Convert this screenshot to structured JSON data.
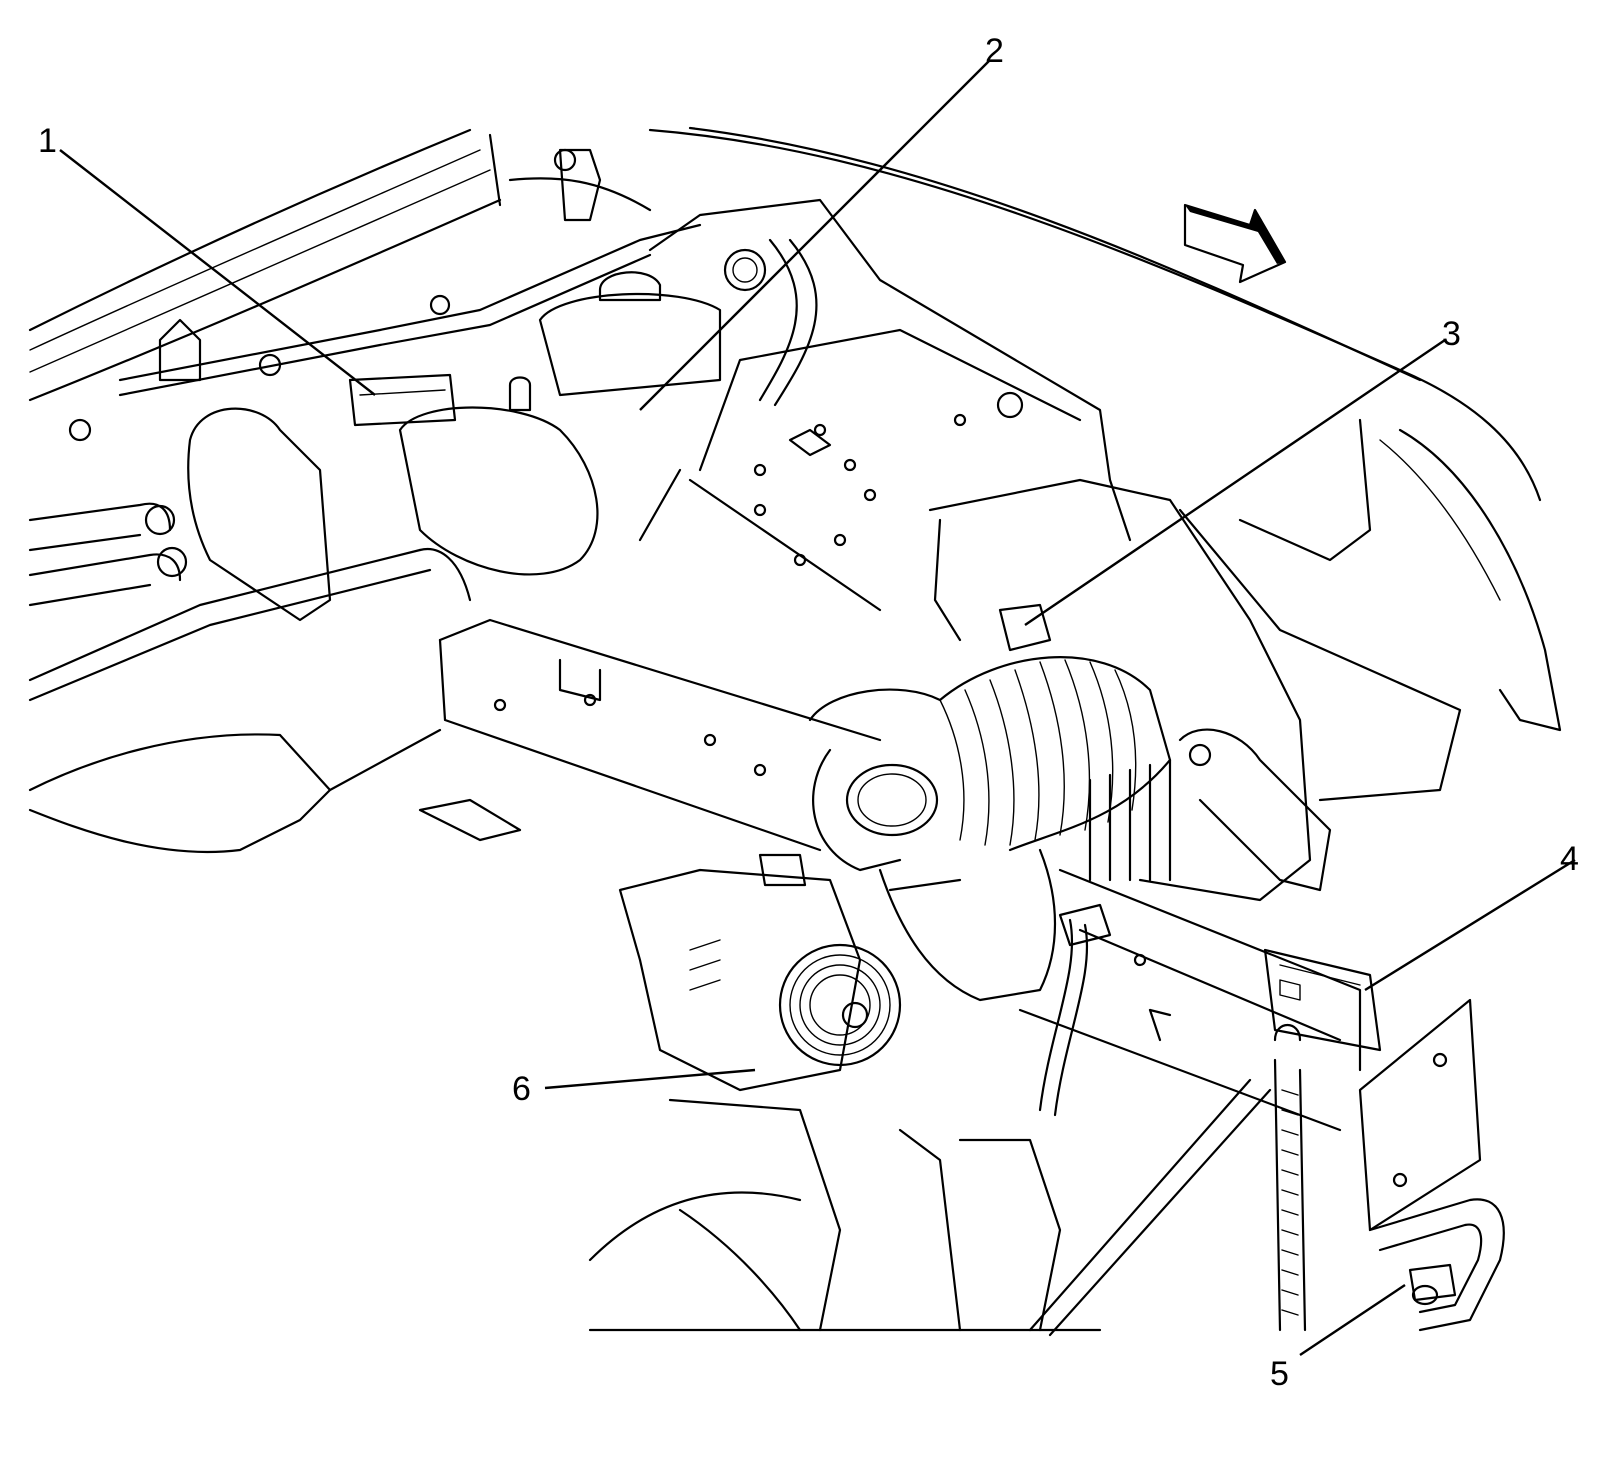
{
  "callouts": [
    {
      "id": "1",
      "label": "1"
    },
    {
      "id": "2",
      "label": "2"
    },
    {
      "id": "3",
      "label": "3"
    },
    {
      "id": "4",
      "label": "4"
    },
    {
      "id": "5",
      "label": "5"
    },
    {
      "id": "6",
      "label": "6"
    }
  ],
  "icons": {
    "direction_arrow": "forward-arrow-icon"
  },
  "colors": {
    "line": "#000000",
    "background": "#ffffff"
  }
}
